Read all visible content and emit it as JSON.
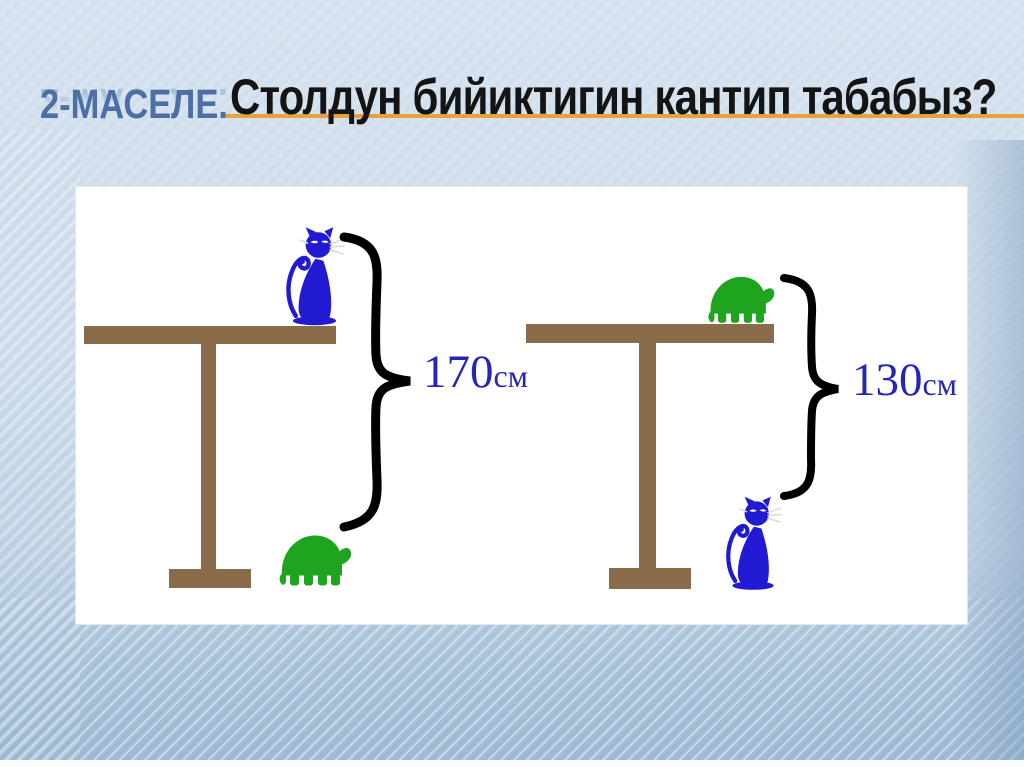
{
  "slide": {
    "problem_label": "2-МАСЕЛЕ.",
    "title": "Столдун бийиктигин кантип табабыз?"
  },
  "figure": {
    "panels": [
      {
        "name": "cat-on-table",
        "top_animal": "cat",
        "bottom_animal": "turtle",
        "measurement": {
          "value": "170",
          "unit": "см"
        }
      },
      {
        "name": "turtle-on-table",
        "top_animal": "turtle",
        "bottom_animal": "cat",
        "measurement": {
          "value": "130",
          "unit": "см"
        }
      }
    ]
  },
  "colors": {
    "accent_line": "#e9a23b",
    "problem_label_text": "#4e6ea6",
    "title_text": "#141414",
    "measurement_text": "#2526b4",
    "cat": "#2219d2",
    "turtle": "#1fa41f",
    "table": "#8a6c4b",
    "brace": "#000000",
    "background_light": "#cfdeec",
    "background_dark": "#9fbbd4"
  }
}
